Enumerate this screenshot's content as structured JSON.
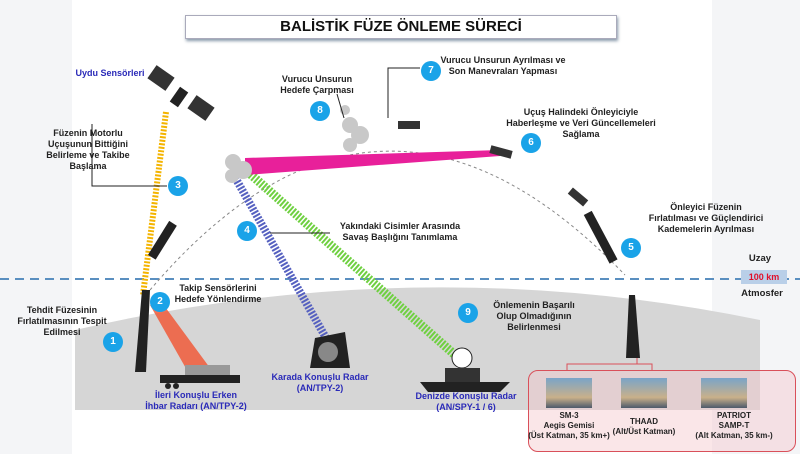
{
  "title": "BALİSTİK FÜZE ÖNLEME SÜRECİ",
  "steps": [
    {
      "n": "1",
      "text": [
        "Tehdit Füzesinin",
        "Fırlatılmasının Tespit",
        "Edilmesi"
      ]
    },
    {
      "n": "2",
      "text": [
        "Takip Sensörlerini",
        "Hedefe Yönlendirme"
      ]
    },
    {
      "n": "3",
      "text": [
        "Füzenin Motorlu",
        "Uçuşunun Bittiğini",
        "Belirleme ve Takibe",
        "Başlama"
      ]
    },
    {
      "n": "4",
      "text": [
        "Yakındaki Cisimler Arasında",
        "Savaş Başlığını Tanımlama"
      ]
    },
    {
      "n": "5",
      "text": [
        "Önleyici Füzenin",
        "Fırlatılması ve Güçlendirici",
        "Kademelerin Ayrılması"
      ]
    },
    {
      "n": "6",
      "text": [
        "Uçuş Halindeki Önleyiciyle",
        "Haberleşme ve Veri Güncellemeleri",
        "Sağlama"
      ]
    },
    {
      "n": "7",
      "text": [
        "Vurucu Unsurun Ayrılması ve",
        "Son Manevraları Yapması"
      ]
    },
    {
      "n": "8",
      "text": [
        "Vurucu Unsurun",
        "Hedefe Çarpması"
      ]
    },
    {
      "n": "9",
      "text": [
        "Önlemenin Başarılı",
        "Olup Olmadığının",
        "Belirlenmesi"
      ]
    }
  ],
  "sensors": {
    "satellite": "Uydu Sensörleri",
    "forward_radar": [
      "İleri Konuşlu Erken",
      "İhbar Radarı (AN/TPY-2)"
    ],
    "land_radar": [
      "Karada Konuşlu Radar",
      "(AN/TPY-2)"
    ],
    "sea_radar": [
      "Denizde Konuşlu Radar",
      "(AN/SPY-1 / 6)"
    ]
  },
  "altitude": {
    "space": "Uzay",
    "boundary": "100 km",
    "atmosphere": "Atmosfer"
  },
  "systems": [
    {
      "name": "SM-3",
      "lines": [
        "SM-3",
        "Aegis Gemisi",
        "(Üst Katman, 35 km+)"
      ]
    },
    {
      "name": "THAAD",
      "lines": [
        "THAAD",
        "(Alt/Üst Katman)"
      ]
    },
    {
      "name": "PATRIOT",
      "lines": [
        "PATRIOT",
        "SAMP-T",
        "(Alt Katman,  35 km-)"
      ]
    }
  ],
  "colors": {
    "step_circle": "#1aa3e8",
    "beam_satellite": "#f4b400",
    "beam_forward": "#f05a3a",
    "beam_land": "#5560c0",
    "beam_sea": "#6fd040",
    "beam_comm": "#e8209a"
  }
}
